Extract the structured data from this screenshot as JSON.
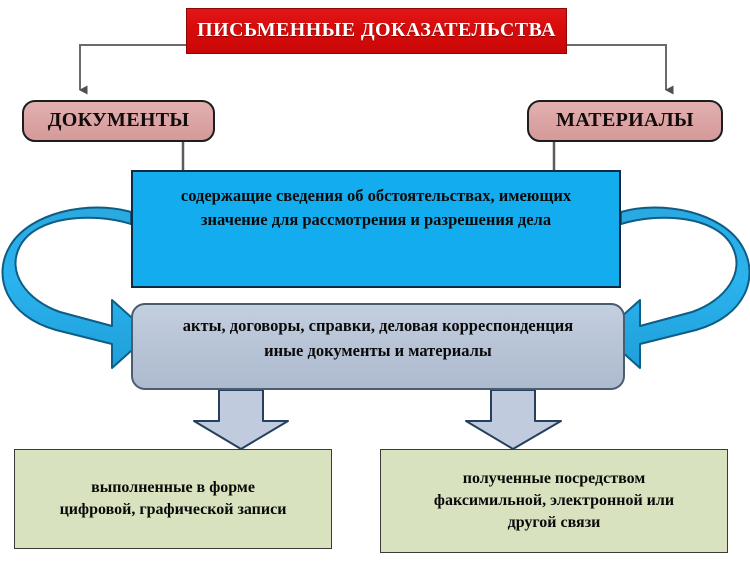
{
  "diagram": {
    "title": "ПИСЬМЕННЫЕ ДОКАЗАТЕЛЬСТВА",
    "nodes": {
      "documents": "ДОКУМЕНТЫ",
      "materials": "МАТЕРИАЛЫ",
      "criteria_line1": "содержащие сведения об обстоятельствах, имеющих",
      "criteria_line2": "значение для рассмотрения и разрешения дела",
      "examples_line1": "акты, договоры, справки, деловая корреспонденция",
      "examples_line2": "иные документы и материалы",
      "form_digital_line1": "выполненные в форме",
      "form_digital_line2": "цифровой, графической записи",
      "form_transmission_line1": "полученные посредством",
      "form_transmission_line2": "факсимильной, электронной или",
      "form_transmission_line3": "другой связи"
    },
    "colors": {
      "title_red": "#d80b0b",
      "pink": "#dba3a3",
      "blue": "#13acef",
      "gray_blue": "#b7c4d6",
      "green": "#d8e2be",
      "connector_gray": "#6b6b6b",
      "arrow_outline": "#0d4b6e"
    },
    "connectors": [
      "title-to-documents",
      "title-to-materials",
      "documents-to-criteria",
      "materials-to-criteria",
      "criteria-loop-left-to-examples",
      "criteria-loop-right-to-examples",
      "examples-to-digital-form",
      "examples-to-transmission-form"
    ]
  }
}
